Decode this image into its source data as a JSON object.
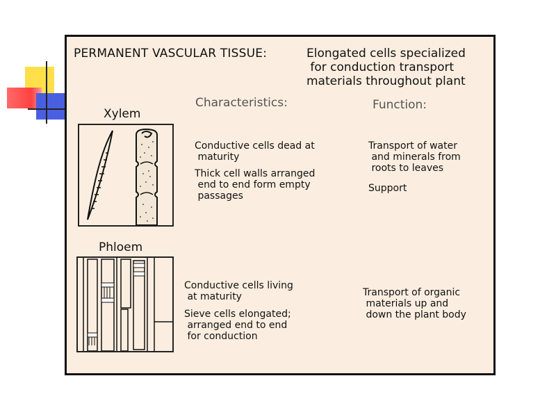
{
  "title": {
    "label": "PERMANENT VASCULAR TISSUE:",
    "description": "Elongated cells specialized\n for conduction transport\nmaterials throughout plant"
  },
  "columns": {
    "characteristics": "Characteristics:",
    "function": "Function:"
  },
  "xylem": {
    "label": "Xylem",
    "characteristics": [
      "Conductive cells dead at\n maturity",
      "Thick cell walls arranged\n end to end form empty\n passages"
    ],
    "functions": [
      "Transport of water\n and minerals from\n roots to leaves",
      "Support"
    ]
  },
  "phloem": {
    "label": "Phloem",
    "characteristics": [
      "Conductive cells living\n at maturity",
      "Sieve cells elongated;\n arranged end to end\n for conduction"
    ],
    "functions": [
      "Transport of organic\n materials up and\n down the plant body"
    ]
  },
  "colors": {
    "panel_background": "#fbeee0",
    "border": "#111111",
    "heading_gray": "#555555"
  }
}
